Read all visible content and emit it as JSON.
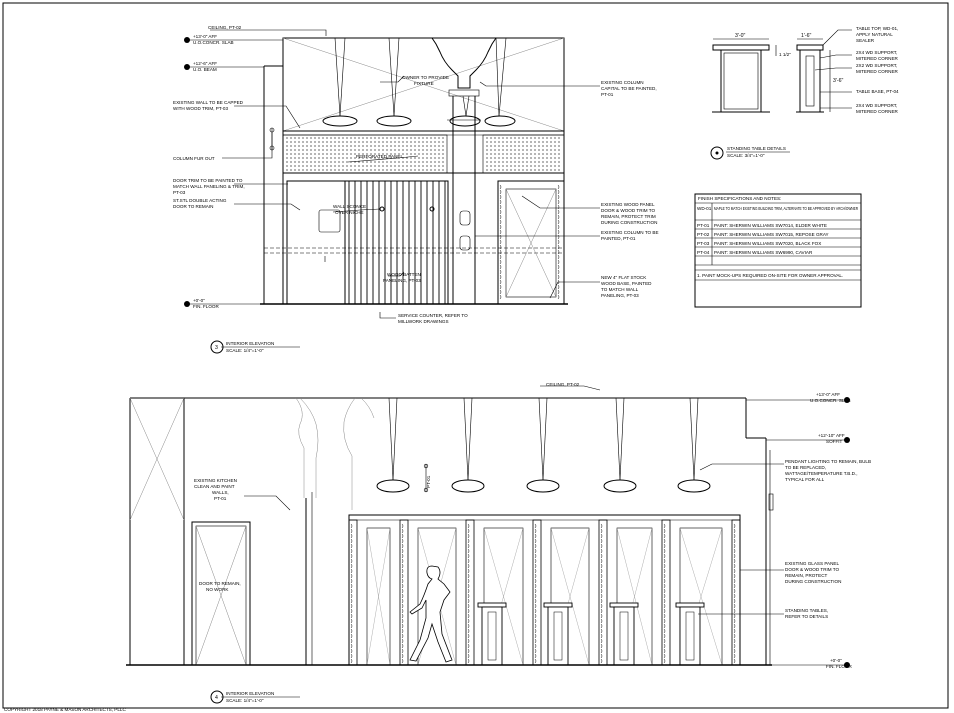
{
  "elevation3": {
    "ceiling": "CEILING, PT-02",
    "lvl_top": "+13'-0\" AFF",
    "lvl_top_sub": "U.O.CONCR. SLAB",
    "lvl_beam": "+12'-6\" AFF",
    "lvl_beam_sub": "U.O. BEAM",
    "wall_cap": [
      "EXISTING WALL TO BE CAPPED",
      "WITH WOOD TRIM, PT-03"
    ],
    "fur_out": "COLUMN FUR OUT",
    "door_trim": [
      "DOOR TRIM TO BE PAINTED TO",
      "MATCH WALL PANELING & TRIM,",
      "PT-03"
    ],
    "double_door": [
      "ST.STL DOUBLE ACTING",
      "DOOR TO REMAIN"
    ],
    "owner_fixture": [
      "OWNER TO PROVIDE",
      "FIXTURE"
    ],
    "col_capital": [
      "EXISTING COLUMN",
      "CAPITAL TO BE PAINTED,",
      "PT-01"
    ],
    "perf_panel": "PERFORATED PANEL",
    "wall_sconce": [
      "WALL SCONCE",
      "OVER NICHE"
    ],
    "wood_batten": [
      "WOOD BATTEN",
      "PANELING, PT-03"
    ],
    "wood_panel": [
      "EXISTING WOOD PANEL",
      "DOOR & WOOD TRIM TO",
      "REMAIN, PROTECT TRIM",
      "DURING CONSTRUCTION"
    ],
    "col_paint": [
      "EXISTING COLUMN TO BE",
      "PAINTED, PT-01"
    ],
    "flat_stock": [
      "NEW 4\" FLAT STOCK",
      "WOOD BASE, PAINTED",
      "TO MATCH WALL",
      "PANELING, PT-03"
    ],
    "floor": "+0'-0\"",
    "floor_sub": "FIN. FLOOR",
    "counter": [
      "SERVICE COUNTER, REFER TO",
      "MILLWORK DRAWINGS"
    ],
    "title_no": "3",
    "title": "INTERIOR ELEVATION",
    "scale": "SCALE: 1/4\"=1'-0\""
  },
  "table_detail": {
    "dim_a": "3'-0\"",
    "dim_b": "1'-6\"",
    "dim_h": "3'-6\"",
    "dim_top": "1 1/2\"",
    "top_note": [
      "TABLE TOP, WD-01,",
      "APPLY NATURAL",
      "SEALER"
    ],
    "support1": [
      "2X4 WD SUPPORT,",
      "MITERED CORNER"
    ],
    "support2": [
      "2X2 WD SUPPORT,",
      "MITERED CORNER"
    ],
    "base": "TABLE BASE, PT-04",
    "support3": [
      "2X4 WD SUPPORT,",
      "MITERED CORNER"
    ],
    "title": "STANDING TABLE DETAILS",
    "scale": "SCALE: 3/4\"=1'-0\""
  },
  "finish_schedule": {
    "title": "FINISH SPECIFICATIONS AND NOTES:",
    "rows": [
      {
        "code": "WD-01",
        "desc": "MAPLE TO MATCH EXISTING BUILDING TRIM, ALTERNATE TO BE APPROVED BY ARCH/OWNER"
      },
      {
        "code": "PT-01",
        "desc": "PAINT: SHERWIN WILLIAMS SW7014, ELDER WHITE"
      },
      {
        "code": "PT-02",
        "desc": "PAINT: SHERWIN WILLIAMS SW7015, REPOSE GRAY"
      },
      {
        "code": "PT-03",
        "desc": "PAINT: SHERWIN WILLIAMS SW7020, BLACK FOX"
      },
      {
        "code": "PT-04",
        "desc": "PAINT: SHERWIN WILLIAMS SW6990, CAVIAR"
      }
    ],
    "note": "1. PAINT MOCK-UPS REQUIRED ON-SITE FOR OWNER APPROVAL."
  },
  "elevation4": {
    "ceiling": "CEILING, PT-02",
    "lvl_top": "+13'-0\" AFF",
    "lvl_top_sub": "U.O.CONCR. SLAB",
    "soffit": "+12'-10\" AFF",
    "soffit_sub": "SOFFIT",
    "kitchen": [
      "EXISTING KITCHEN",
      "CLEAN AND PAINT",
      "WALLS,",
      "PT-01"
    ],
    "door": [
      "DOOR TO REMAIN,",
      "NO WORK"
    ],
    "pendant": [
      "PENDANT LIGHTING TO REMAIN, BULB",
      "TO BE REPLACED,",
      "WATTAGE/TEMPERATURE T.B.D.,",
      "TYPICAL FOR ALL"
    ],
    "glass_panel": [
      "EXISTING GLASS PANEL",
      "DOOR & WOOD TRIM TO",
      "REMAIN, PROTECT",
      "DURING CONSTRUCTION"
    ],
    "tables": [
      "STANDING TABLES,",
      "REFER TO DETAILS"
    ],
    "pt01": "PT-01",
    "floor": "+0'-0\"",
    "floor_sub": "FIN. FLOOR",
    "title_no": "4",
    "title": "INTERIOR ELEVATION",
    "scale": "SCALE: 1/4\"=1'-0\""
  },
  "copyright": "COPYRIGHT 2018 PAYNE & MASON ARCHITECTS, PLLC"
}
